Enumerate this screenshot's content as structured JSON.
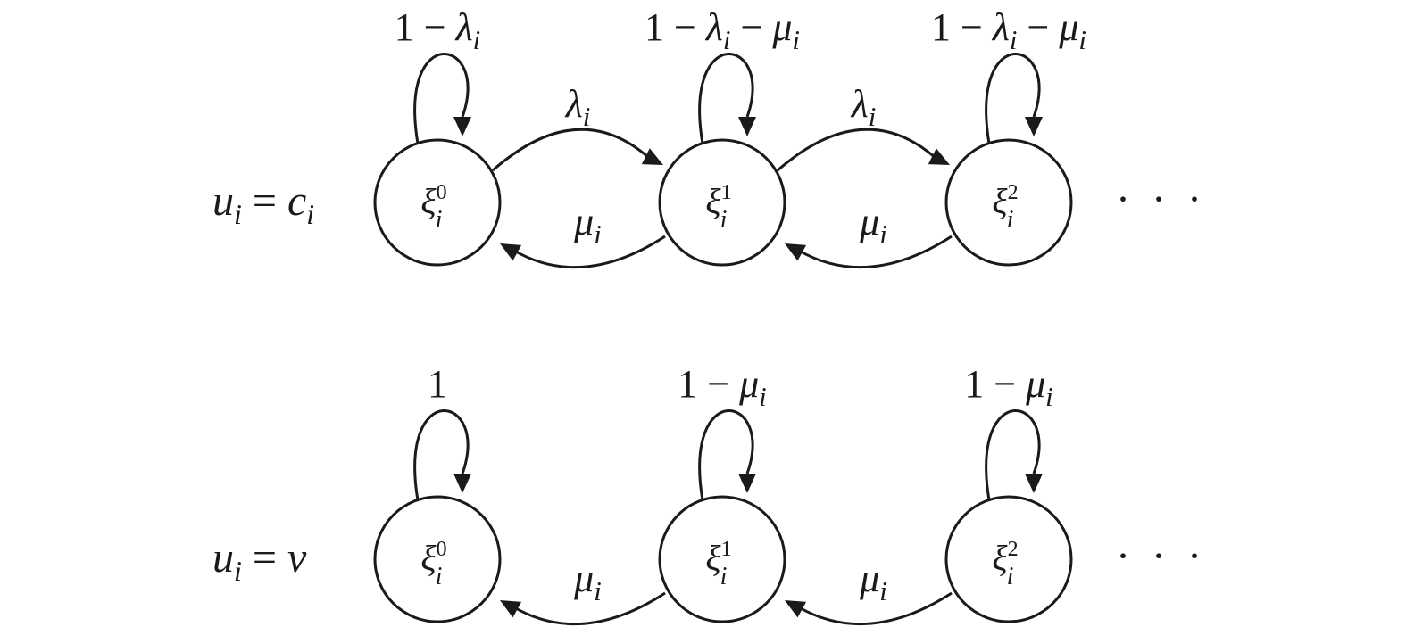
{
  "rows": [
    {
      "condition": {
        "var": "u",
        "sub": "i",
        "rel": " = ",
        "rhs": "c",
        "rhs_sub": "i"
      },
      "states": [
        {
          "sym": "ξ",
          "sub": "i",
          "sup": "0"
        },
        {
          "sym": "ξ",
          "sub": "i",
          "sup": "1"
        },
        {
          "sym": "ξ",
          "sub": "i",
          "sup": "2"
        }
      ],
      "self_loops": [
        [
          {
            "t": "1 − "
          },
          {
            "t": "λ",
            "it": true
          },
          {
            "t": "i",
            "sub": true,
            "it": true
          }
        ],
        [
          {
            "t": "1 − "
          },
          {
            "t": "λ",
            "it": true
          },
          {
            "t": "i",
            "sub": true,
            "it": true
          },
          {
            "t": " − "
          },
          {
            "t": "μ",
            "it": true
          },
          {
            "t": "i",
            "sub": true,
            "it": true
          }
        ],
        [
          {
            "t": "1 − "
          },
          {
            "t": "λ",
            "it": true
          },
          {
            "t": "i",
            "sub": true,
            "it": true
          },
          {
            "t": " − "
          },
          {
            "t": "μ",
            "it": true
          },
          {
            "t": "i",
            "sub": true,
            "it": true
          }
        ]
      ],
      "forward": [
        [
          {
            "t": "λ",
            "it": true
          },
          {
            "t": "i",
            "sub": true,
            "it": true
          }
        ],
        [
          {
            "t": "λ",
            "it": true
          },
          {
            "t": "i",
            "sub": true,
            "it": true
          }
        ]
      ],
      "backward": [
        [
          {
            "t": "μ",
            "it": true
          },
          {
            "t": "i",
            "sub": true,
            "it": true
          }
        ],
        [
          {
            "t": "μ",
            "it": true
          },
          {
            "t": "i",
            "sub": true,
            "it": true
          }
        ]
      ],
      "ellipsis": "· · ·"
    },
    {
      "condition": {
        "var": "u",
        "sub": "i",
        "rel": " = ",
        "rhs": "v",
        "rhs_sub": ""
      },
      "states": [
        {
          "sym": "ξ",
          "sub": "i",
          "sup": "0"
        },
        {
          "sym": "ξ",
          "sub": "i",
          "sup": "1"
        },
        {
          "sym": "ξ",
          "sub": "i",
          "sup": "2"
        }
      ],
      "self_loops": [
        [
          {
            "t": "1"
          }
        ],
        [
          {
            "t": "1 − "
          },
          {
            "t": "μ",
            "it": true
          },
          {
            "t": "i",
            "sub": true,
            "it": true
          }
        ],
        [
          {
            "t": "1 − "
          },
          {
            "t": "μ",
            "it": true
          },
          {
            "t": "i",
            "sub": true,
            "it": true
          }
        ]
      ],
      "forward": [],
      "backward": [
        [
          {
            "t": "μ",
            "it": true
          },
          {
            "t": "i",
            "sub": true,
            "it": true
          }
        ],
        [
          {
            "t": "μ",
            "it": true
          },
          {
            "t": "i",
            "sub": true,
            "it": true
          }
        ]
      ],
      "ellipsis": "· · ·"
    }
  ]
}
